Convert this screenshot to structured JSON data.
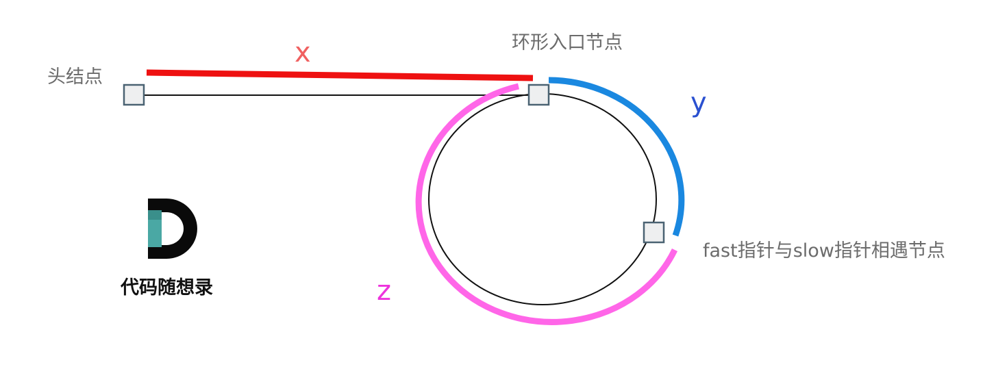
{
  "labels": {
    "head_node": "头结点",
    "entry_node": "环形入口节点",
    "meeting_node": "fast指针与slow指针相遇节点",
    "x": "x",
    "y": "y",
    "z": "z"
  },
  "brand": {
    "name": "代码随想录",
    "logo_icon": "letter-d-logo-icon"
  },
  "colors": {
    "x_segment": "#ee1111",
    "y_segment": "#1a88e0",
    "z_segment": "#ff66e8",
    "x_label": "#f06060",
    "y_label": "#2a50d0",
    "z_label": "#ee33dd",
    "logo_teal": "#4aa8a4",
    "logo_dark": "#0a0a0a"
  }
}
